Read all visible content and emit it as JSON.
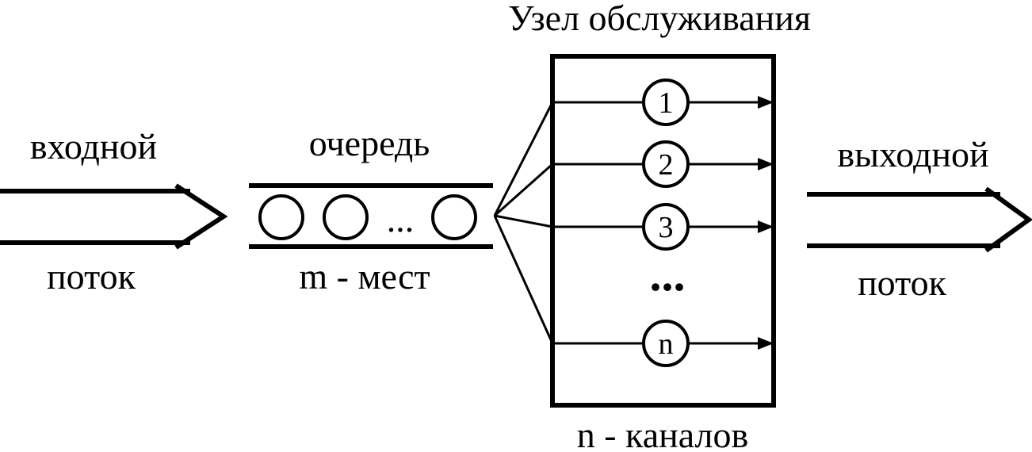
{
  "labels": {
    "title": "Узел обслуживания",
    "input_top": "входной",
    "input_bottom": "поток",
    "queue_top": "очередь",
    "queue_bottom": "m - мест",
    "output_top": "выходной",
    "output_bottom": "поток",
    "channels_caption": "n - каналов",
    "queue_ellipsis": "...",
    "channels_ellipsis": "..."
  },
  "channels": [
    "1",
    "2",
    "3",
    "n"
  ],
  "colors": {
    "line": "#000000",
    "background": "#ffffff"
  }
}
